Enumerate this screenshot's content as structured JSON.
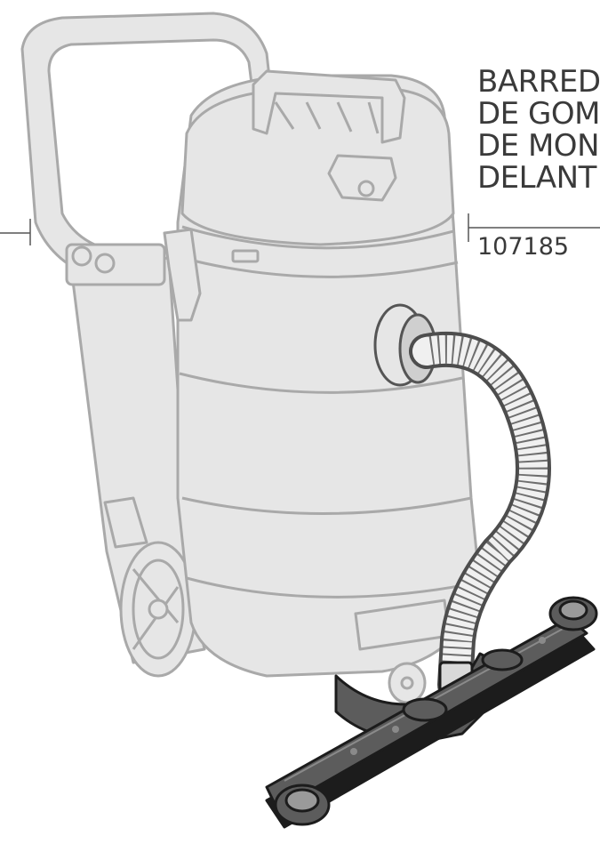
{
  "callout": {
    "lines": [
      "BARRED",
      "DE GOM",
      "DE MON",
      "DELANT"
    ],
    "part_number": "107185"
  },
  "colors": {
    "vacuum_fill": "#e6e6e6",
    "vacuum_outline": "#a9a9a9",
    "squeegee_fill": "#5c5c5c",
    "squeegee_dark": "#1c1c1c",
    "text": "#3a3a3a",
    "leader_line": "#555555"
  }
}
